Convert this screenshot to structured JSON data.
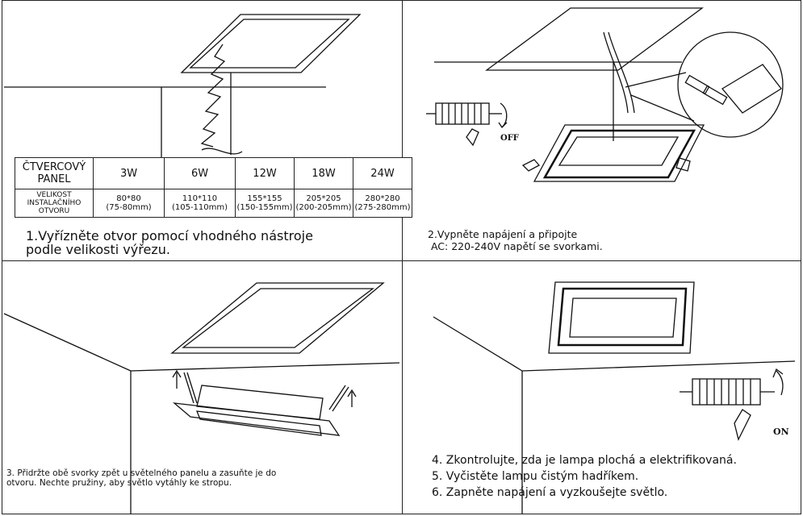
{
  "table": {
    "header_label": "ČTVERCOVÝ\nPANEL",
    "size_label": "VELIKOST\nINSTALAČNÍHO\nOTVORU",
    "wattages": [
      "3W",
      "6W",
      "12W",
      "18W",
      "24W"
    ],
    "sizes": [
      "80*80\n(75-80mm)",
      "110*110\n(105-110mm)",
      "155*155\n(150-155mm)",
      "205*205\n(200-205mm)",
      "280*280\n(275-280mm)"
    ]
  },
  "steps": {
    "step1": "1.Vyřízněte otvor pomocí vhodného nástroje\npodle velikosti výřezu.",
    "step2": "2.Vypněte napájení a připojte\n AC: 220-240V napětí se svorkami.",
    "step3": "3. Přidržte obě svorky zpět u světelného panelu a zasuňte je do\notvoru. Nechte pružiny, aby světlo vytáhly ke stropu.",
    "step4": "4. Zkontrolujte, zda je lampa plochá a elektrifikovaná.",
    "step5": "5. Vyčistěte lampu čistým hadříkem.",
    "step6": "6. Zapněte napájení a vyzkoušejte světlo."
  },
  "labels": {
    "off": "OFF",
    "on": "ON"
  }
}
